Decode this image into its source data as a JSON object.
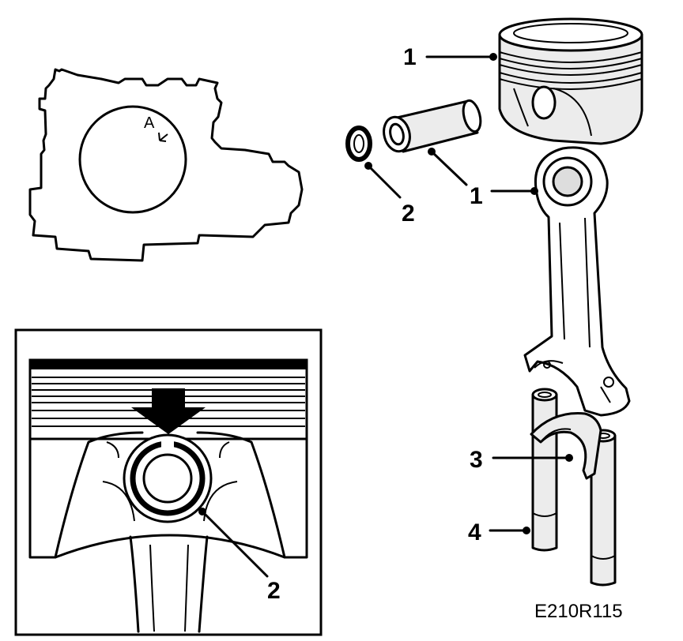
{
  "overview": {
    "view_letter": "A"
  },
  "callouts": {
    "piston": "1",
    "piston_pin": "1",
    "circlip": "2",
    "connecting_rod": "1",
    "circlip_detail": "2",
    "bearing_shell": "3",
    "guide_sleeve": "4"
  },
  "figure_code": "E210R115"
}
